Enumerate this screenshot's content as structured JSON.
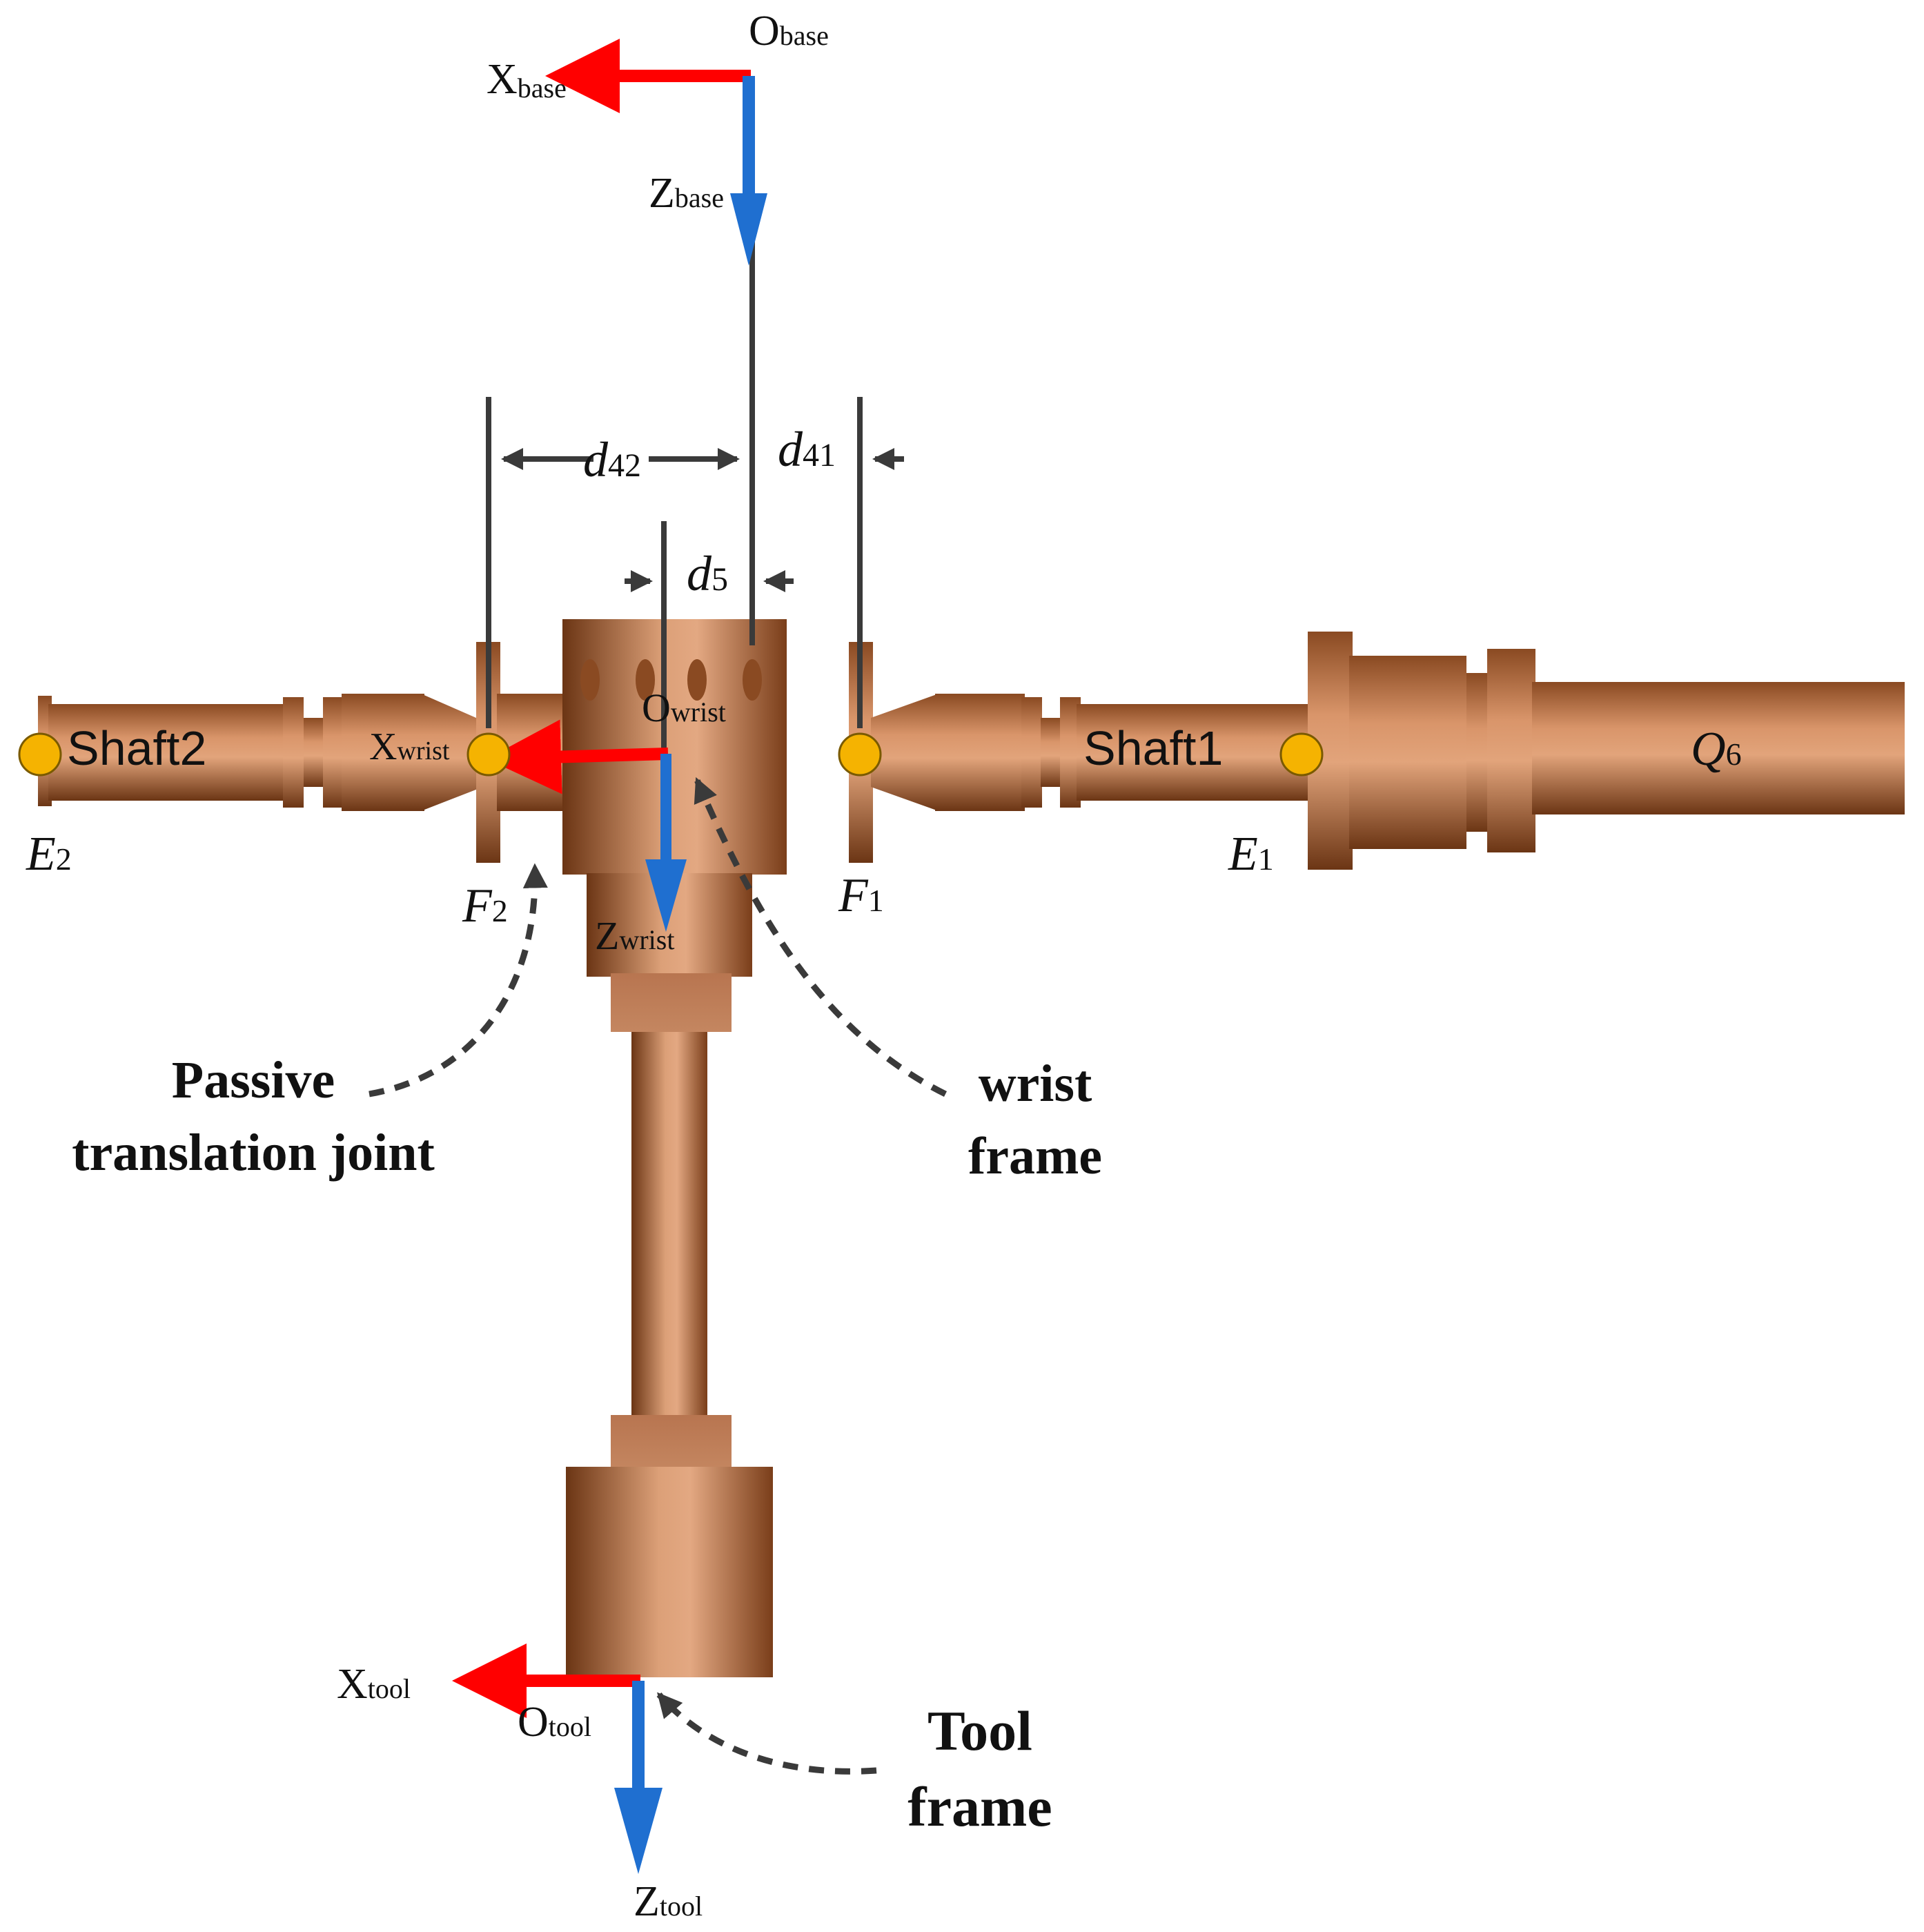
{
  "frames": {
    "base": {
      "origin_main": "O",
      "origin_sub": "base",
      "x_main": "X",
      "x_sub": "base",
      "z_main": "Z",
      "z_sub": "base"
    },
    "wrist": {
      "origin_main": "O",
      "origin_sub": "wrist",
      "x_main": "X",
      "x_sub": "wrist",
      "z_main": "Z",
      "z_sub": "wrist"
    },
    "tool": {
      "origin_main": "O",
      "origin_sub": "tool",
      "x_main": "X",
      "x_sub": "tool",
      "z_main": "Z",
      "z_sub": "tool"
    }
  },
  "dimensions": {
    "d42": {
      "main": "d",
      "sub": "42"
    },
    "d41": {
      "main": "d",
      "sub": "41"
    },
    "d5": {
      "main": "d",
      "sub": "5"
    }
  },
  "points": {
    "E2": {
      "main": "E",
      "sub": "2"
    },
    "E1": {
      "main": "E",
      "sub": "1"
    },
    "F2": {
      "main": "F",
      "sub": "2"
    },
    "F1": {
      "main": "F",
      "sub": "1"
    },
    "Q6": {
      "main": "Q",
      "sub": "6"
    }
  },
  "parts": {
    "shaft2": "Shaft2",
    "shaft1": "Shaft1"
  },
  "annotations": {
    "passive_line1": "Passive",
    "passive_line2": "translation joint",
    "wrist_line1": "wrist",
    "wrist_line2": "frame",
    "tool_line1": "Tool",
    "tool_line2": "frame"
  },
  "colors": {
    "x_axis": "#ff0000",
    "z_axis": "#1f6fd0",
    "joint_point": "#f5b301",
    "body": "#c8825a",
    "dimension_line": "#3a3a3a"
  }
}
